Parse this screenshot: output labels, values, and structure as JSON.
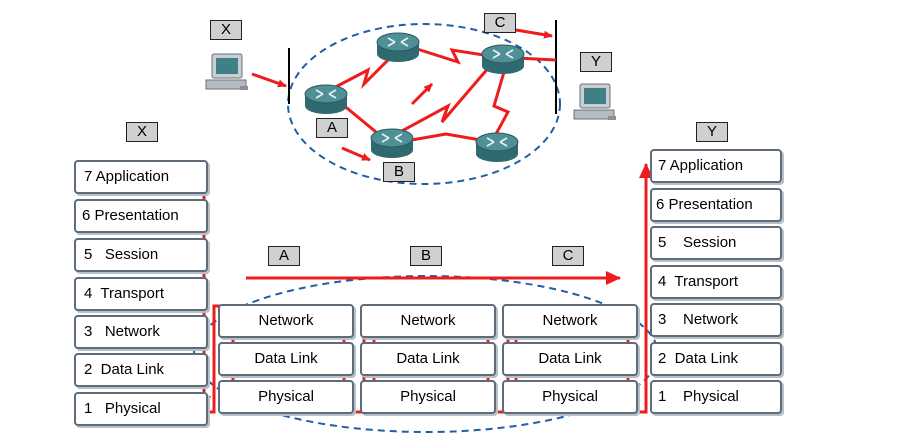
{
  "topology": {
    "labels": {
      "X": "X",
      "Y": "Y",
      "A": "A",
      "B": "B",
      "C": "C"
    }
  },
  "host_x_stack": {
    "title": "X",
    "layers": [
      "7 Application",
      "6 Presentation",
      "5   Session",
      "4  Transport",
      "3   Network",
      "2  Data Link",
      "1   Physical"
    ]
  },
  "host_y_stack": {
    "title": "Y",
    "layers": [
      "7 Application",
      "6 Presentation",
      "5    Session",
      "4  Transport",
      "3    Network",
      "2  Data Link",
      "1    Physical"
    ]
  },
  "routers": [
    {
      "label": "A",
      "layers": [
        "Network",
        "Data Link",
        "Physical"
      ]
    },
    {
      "label": "B",
      "layers": [
        "Network",
        "Data Link",
        "Physical"
      ]
    },
    {
      "label": "C",
      "layers": [
        "Network",
        "Data Link",
        "Physical"
      ]
    }
  ],
  "colors": {
    "path_arrow": "#ee1c1c",
    "dashed_ellipse": "#1f5ea8",
    "layer_border": "#5e6c7a",
    "router_body": "#4f8f96",
    "label_box_bg": "#d0d0d0"
  }
}
